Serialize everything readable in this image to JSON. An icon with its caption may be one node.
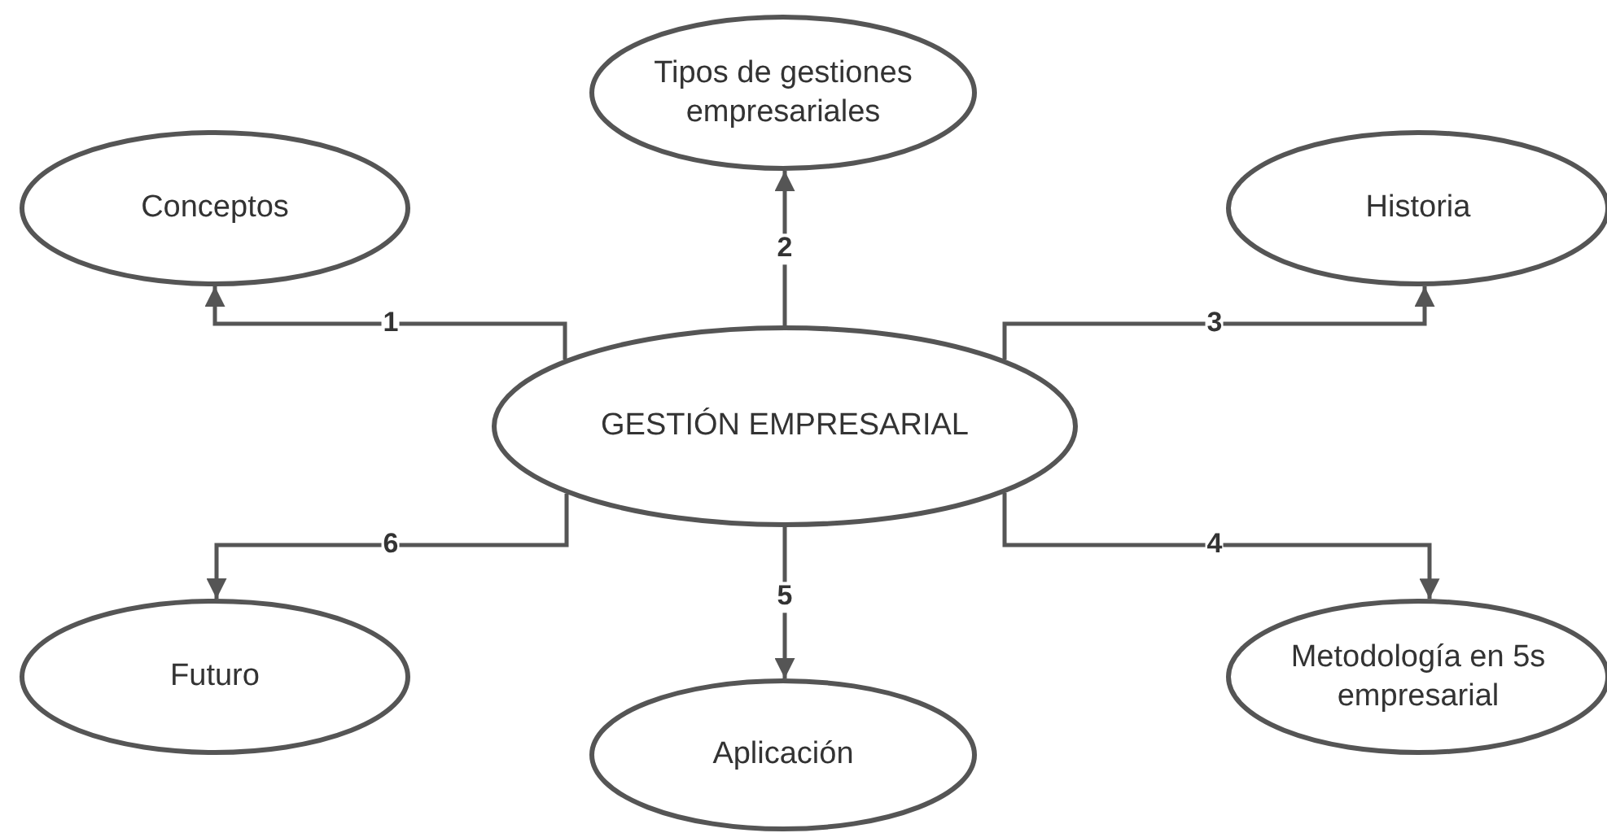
{
  "diagram": {
    "nodes": [
      {
        "text": [
          "Tipos de gestiones empresariales"
        ]
      },
      {
        "text": [
          "Conceptos"
        ]
      },
      {
        "text": [
          "Historia"
        ]
      },
      {
        "text": [
          "GESTIÓN EMPRESARIAL"
        ]
      },
      {
        "text": [
          "Futuro"
        ]
      },
      {
        "text": [
          "Metodología en 5s empresarial"
        ]
      },
      {
        "text": [
          "Aplicación"
        ]
      }
    ],
    "edges": [
      {
        "from": 3,
        "to": 1,
        "arrow": "to",
        "label": "1"
      },
      {
        "from": 3,
        "to": 0,
        "arrow": "to",
        "label": "2"
      },
      {
        "from": 3,
        "to": 2,
        "arrow": "to",
        "label": "3"
      },
      {
        "from": 3,
        "to": 5,
        "arrow": "to",
        "label": "4"
      },
      {
        "from": 3,
        "to": 6,
        "arrow": "to",
        "label": "5"
      },
      {
        "from": 3,
        "to": 4,
        "arrow": "to",
        "label": "6"
      }
    ]
  }
}
